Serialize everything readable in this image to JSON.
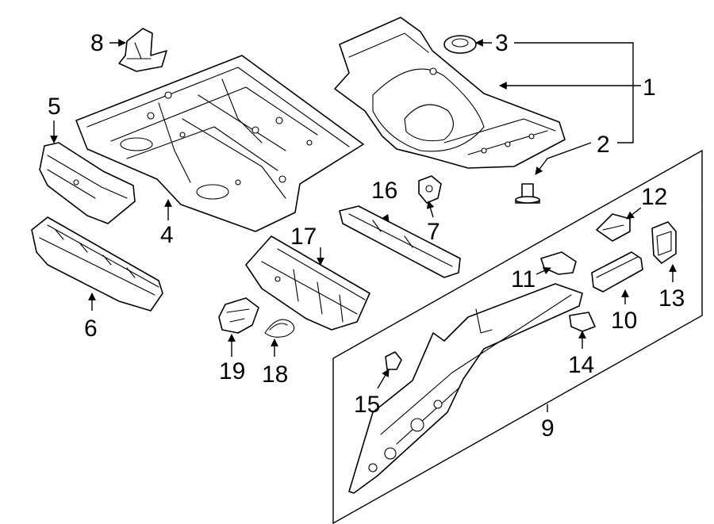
{
  "diagram": {
    "type": "exploded-parts-diagram",
    "colors": {
      "line": "#000000",
      "background": "#ffffff"
    },
    "callouts": [
      {
        "id": "c1",
        "label": "1"
      },
      {
        "id": "c2",
        "label": "2"
      },
      {
        "id": "c3",
        "label": "3"
      },
      {
        "id": "c4",
        "label": "4"
      },
      {
        "id": "c5",
        "label": "5"
      },
      {
        "id": "c6",
        "label": "6"
      },
      {
        "id": "c7",
        "label": "7"
      },
      {
        "id": "c8",
        "label": "8"
      },
      {
        "id": "c9",
        "label": "9"
      },
      {
        "id": "c10",
        "label": "10"
      },
      {
        "id": "c11",
        "label": "11"
      },
      {
        "id": "c12",
        "label": "12"
      },
      {
        "id": "c13",
        "label": "13"
      },
      {
        "id": "c14",
        "label": "14"
      },
      {
        "id": "c15",
        "label": "15"
      },
      {
        "id": "c16",
        "label": "16"
      },
      {
        "id": "c17",
        "label": "17"
      },
      {
        "id": "c18",
        "label": "18"
      },
      {
        "id": "c19",
        "label": "19"
      }
    ]
  }
}
